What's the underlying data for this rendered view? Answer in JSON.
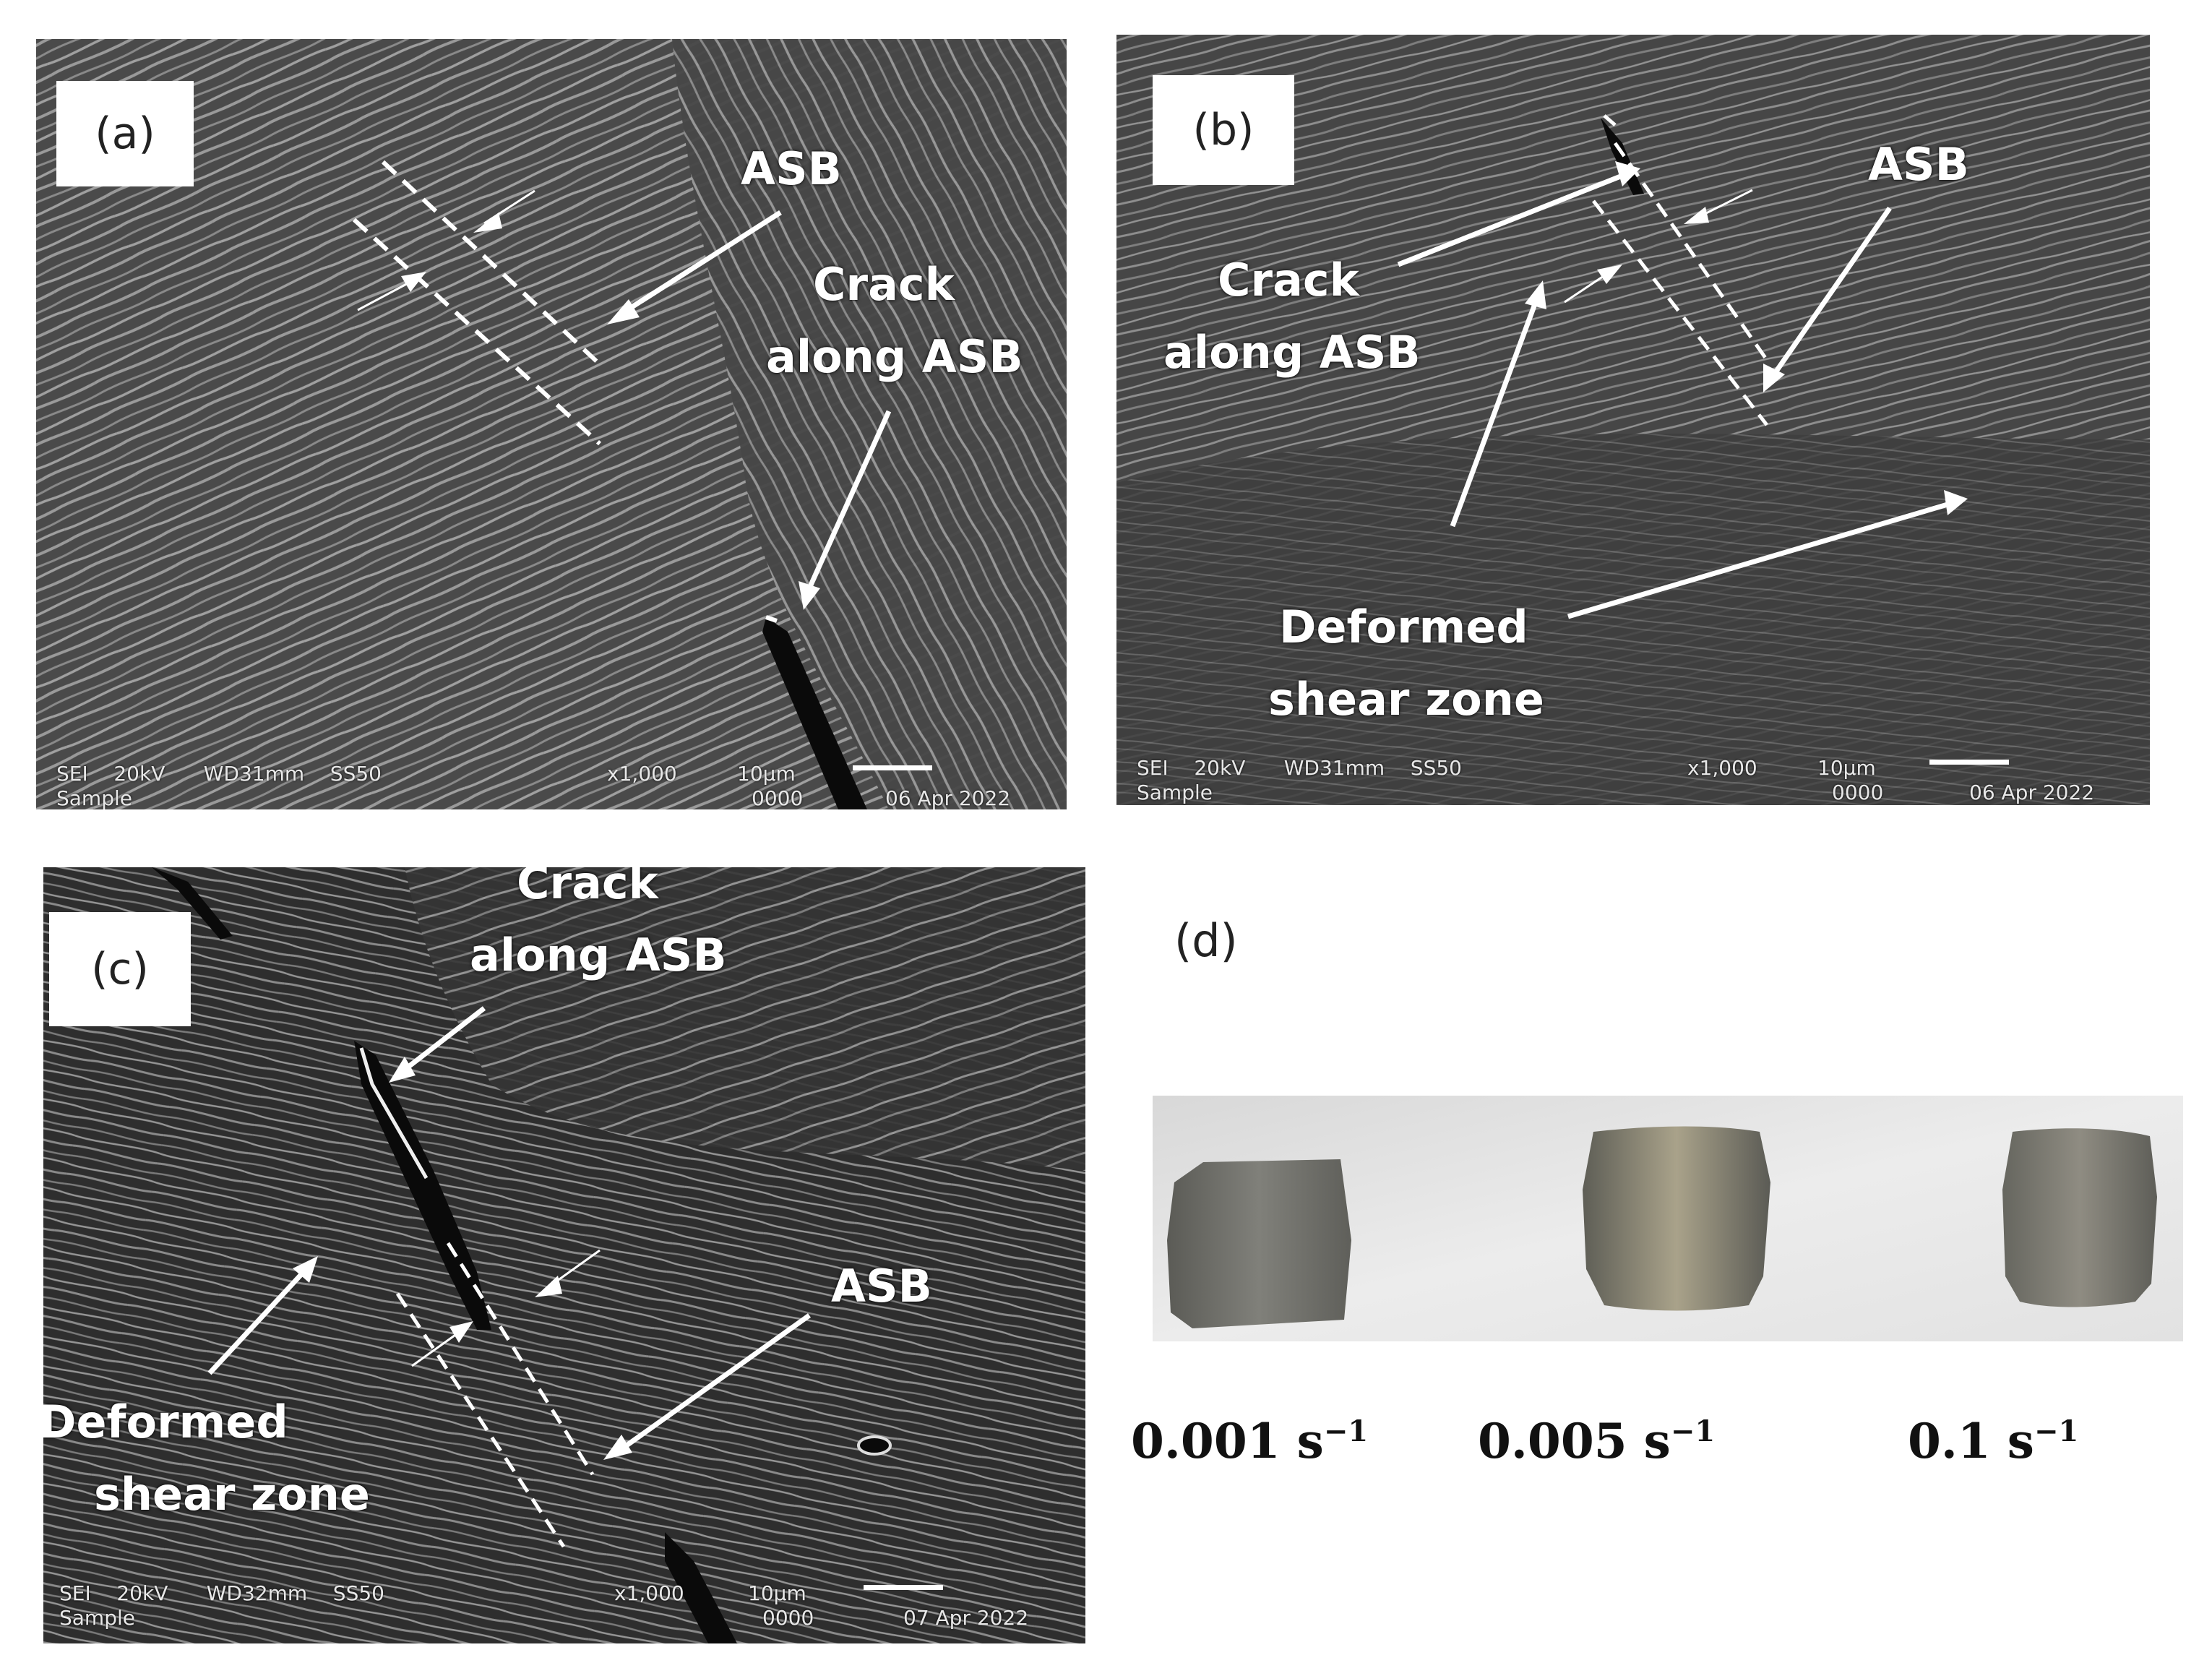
{
  "panels": {
    "a": {
      "tag": "(a)",
      "labels": {
        "asb": "ASB",
        "crack_line1": "Crack",
        "crack_line2": "along ASB"
      },
      "sem": {
        "mode": "SEI",
        "kv": "20kV",
        "wd": "WD31mm",
        "ss": "SS50",
        "mag": "x1,000",
        "scale": "10μm",
        "sample": "Sample",
        "id": "0000",
        "date": "06 Apr 2022"
      }
    },
    "b": {
      "tag": "(b)",
      "labels": {
        "asb": "ASB",
        "crack_line1": "Crack",
        "crack_line2": "along ASB",
        "zone_line1": "Deformed",
        "zone_line2": "shear zone"
      },
      "sem": {
        "mode": "SEI",
        "kv": "20kV",
        "wd": "WD31mm",
        "ss": "SS50",
        "mag": "x1,000",
        "scale": "10μm",
        "sample": "Sample",
        "id": "0000",
        "date": "06 Apr 2022"
      }
    },
    "c": {
      "tag": "(c)",
      "labels": {
        "asb": "ASB",
        "crack_line1": "Crack",
        "crack_line2": "along ASB",
        "zone_line1": "Deformed",
        "zone_line2": "shear zone"
      },
      "sem": {
        "mode": "SEI",
        "kv": "20kV",
        "wd": "WD32mm",
        "ss": "SS50",
        "mag": "x1,000",
        "scale": "10μm",
        "sample": "Sample",
        "id": "0000",
        "date": "07 Apr 2022"
      }
    },
    "d": {
      "tag": "(d)",
      "rates": [
        {
          "value": "0.001 s",
          "exp": "−1"
        },
        {
          "value": "0.005 s",
          "exp": "−1"
        },
        {
          "value": "0.1 s",
          "exp": "−1"
        }
      ]
    }
  },
  "colors": {
    "sem_background": "#4a4a4a",
    "lamella": "#9a9a9a",
    "annotation": "#ffffff"
  }
}
